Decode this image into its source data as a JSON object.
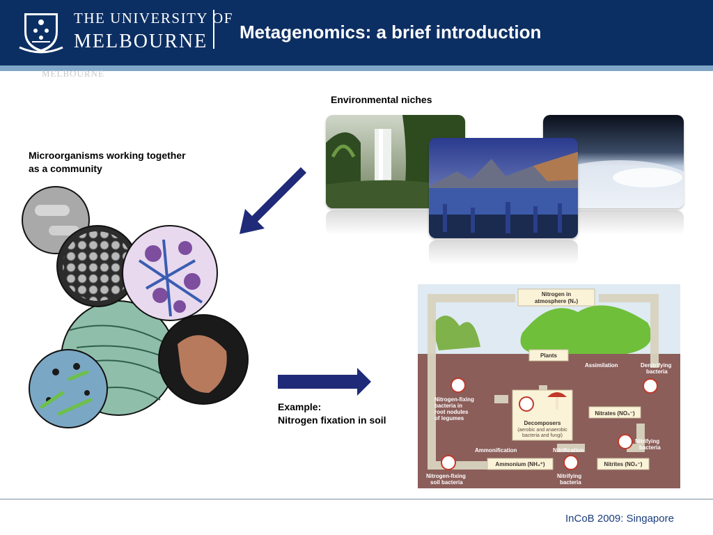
{
  "header": {
    "university_line1": "THE UNIVERSITY OF",
    "university_line2": "MELBOURNE",
    "title": "Metagenomics: a brief introduction",
    "ghost_text": "MELBOURNE"
  },
  "labels": {
    "environmental": "Environmental niches",
    "micro_line1": "Microorganisms working together",
    "micro_line2": "as a community",
    "example_line1": "Example:",
    "example_line2": "Nitrogen fixation in soil"
  },
  "diagram": {
    "n_atmosphere_line1": "Nitrogen in",
    "n_atmosphere_line2": "atmosphere (N₂)",
    "plants": "Plants",
    "assimilation": "Assimilation",
    "denitrifying_line1": "Denitrifying",
    "denitrifying_line2": "bacteria",
    "nfix_nodule_line1": "Nitrogen-fixing",
    "nfix_nodule_line2": "bacteria in",
    "nfix_nodule_line3": "root nodules",
    "nfix_nodule_line4": "of legumes",
    "decomposers": "Decomposers",
    "decomposers_sub1": "(aerobic and anaerobic",
    "decomposers_sub2": "bacteria and fungi)",
    "nitrates": "Nitrates (NO₃⁻)",
    "ammonification": "Ammonification",
    "nitrification": "Nitrification",
    "ammonium": "Ammonium (NH₄⁺)",
    "nitrites": "Nitrites (NO₂⁻)",
    "nitrifying_right_line1": "Nitrifying",
    "nitrifying_right_line2": "bacteria",
    "nitrifying_bottom_line1": "Nitrifying",
    "nitrifying_bottom_line2": "bacteria",
    "nfix_soil_line1": "Nitrogen-fixing",
    "nfix_soil_line2": "soil bacteria"
  },
  "footer": {
    "text": "InCoB 2009: Singapore"
  },
  "colors": {
    "header": "#0c2f63",
    "stripe": "#7fa6c7",
    "arrow": "#1f2a78",
    "soil": "#8b5e5a",
    "sky": "#dfeaf2"
  }
}
